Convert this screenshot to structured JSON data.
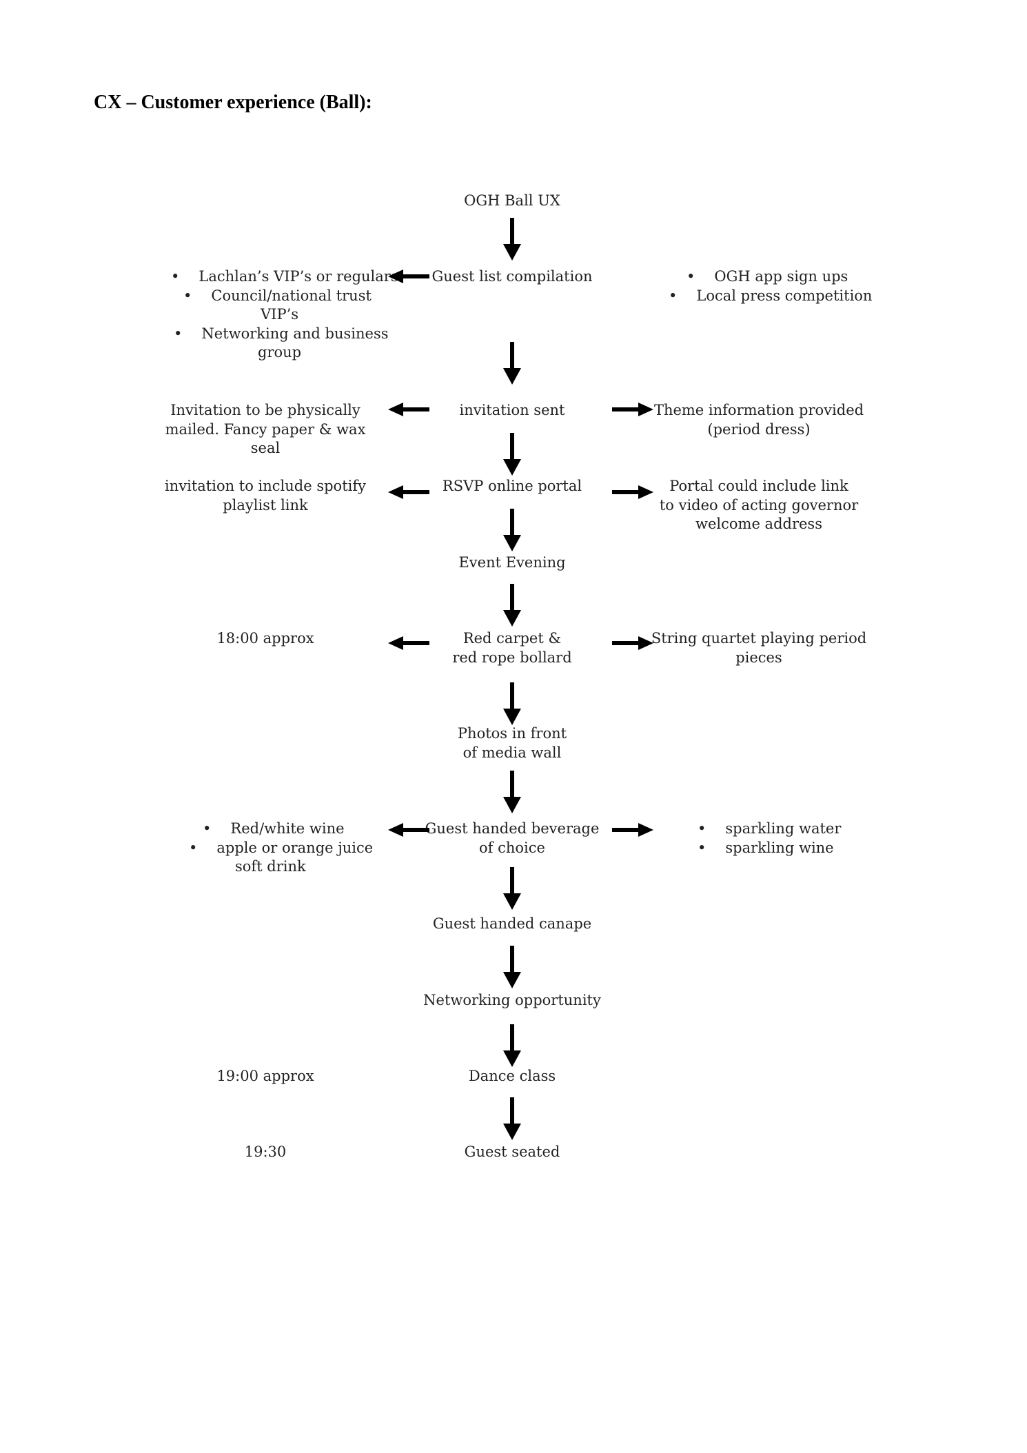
{
  "title": "CX – Customer experience (Ball):",
  "flow": [
    {
      "id": "ogh",
      "lines": [
        "OGH Ball UX"
      ]
    },
    {
      "id": "guest-list",
      "lines": [
        "Guest list compilation"
      ]
    },
    {
      "id": "invitation",
      "lines": [
        "invitation sent"
      ]
    },
    {
      "id": "rsvp",
      "lines": [
        "RSVP online portal"
      ]
    },
    {
      "id": "event",
      "lines": [
        "Event Evening"
      ]
    },
    {
      "id": "red-carpet",
      "lines": [
        "Red carpet &",
        "red rope bollard"
      ]
    },
    {
      "id": "photos",
      "lines": [
        "Photos in front",
        "of media wall"
      ]
    },
    {
      "id": "beverage",
      "lines": [
        "Guest handed beverage",
        "of choice"
      ]
    },
    {
      "id": "canape",
      "lines": [
        "Guest handed canape"
      ]
    },
    {
      "id": "networking",
      "lines": [
        "Networking opportunity"
      ]
    },
    {
      "id": "dance",
      "lines": [
        "Dance class"
      ]
    },
    {
      "id": "seated",
      "lines": [
        "Guest seated"
      ]
    }
  ],
  "side": {
    "guest_list_left": [
      {
        "text": "Lachlan’s VIP’s or regulars",
        "bullet": true
      },
      {
        "text": "Council/national trust",
        "bullet": true
      },
      {
        "text": "VIP’s",
        "bullet": false
      },
      {
        "text": "Networking and business",
        "bullet": true
      },
      {
        "text": "group",
        "bullet": false
      }
    ],
    "guest_list_right": [
      {
        "text": "OGH app sign ups",
        "bullet": true
      },
      {
        "text": "Local press competition",
        "bullet": true
      }
    ],
    "invitation_left": [
      "Invitation to be physically",
      "mailed. Fancy paper & wax",
      "seal"
    ],
    "invitation_right": [
      "Theme information provided",
      "(period dress)"
    ],
    "rsvp_left": [
      "invitation to include spotify",
      "playlist link"
    ],
    "rsvp_right": [
      "Portal could include link",
      "to video of acting governor",
      "welcome address"
    ],
    "red_carpet_left": [
      "18:00 approx"
    ],
    "red_carpet_right": [
      "String quartet playing period",
      "pieces"
    ],
    "beverage_left": [
      {
        "text": "Red/white wine",
        "bullet": true
      },
      {
        "text": "apple or orange juice",
        "bullet": true
      },
      {
        "text": "soft drink",
        "bullet": false
      }
    ],
    "beverage_right": [
      {
        "text": "sparkling water",
        "bullet": true
      },
      {
        "text": "sparkling wine",
        "bullet": true
      }
    ],
    "dance_left": [
      "19:00 approx"
    ],
    "seated_left": [
      "19:30"
    ]
  },
  "icons": {
    "arrow": "arrow-icon",
    "bullet": "bullet-dot"
  }
}
